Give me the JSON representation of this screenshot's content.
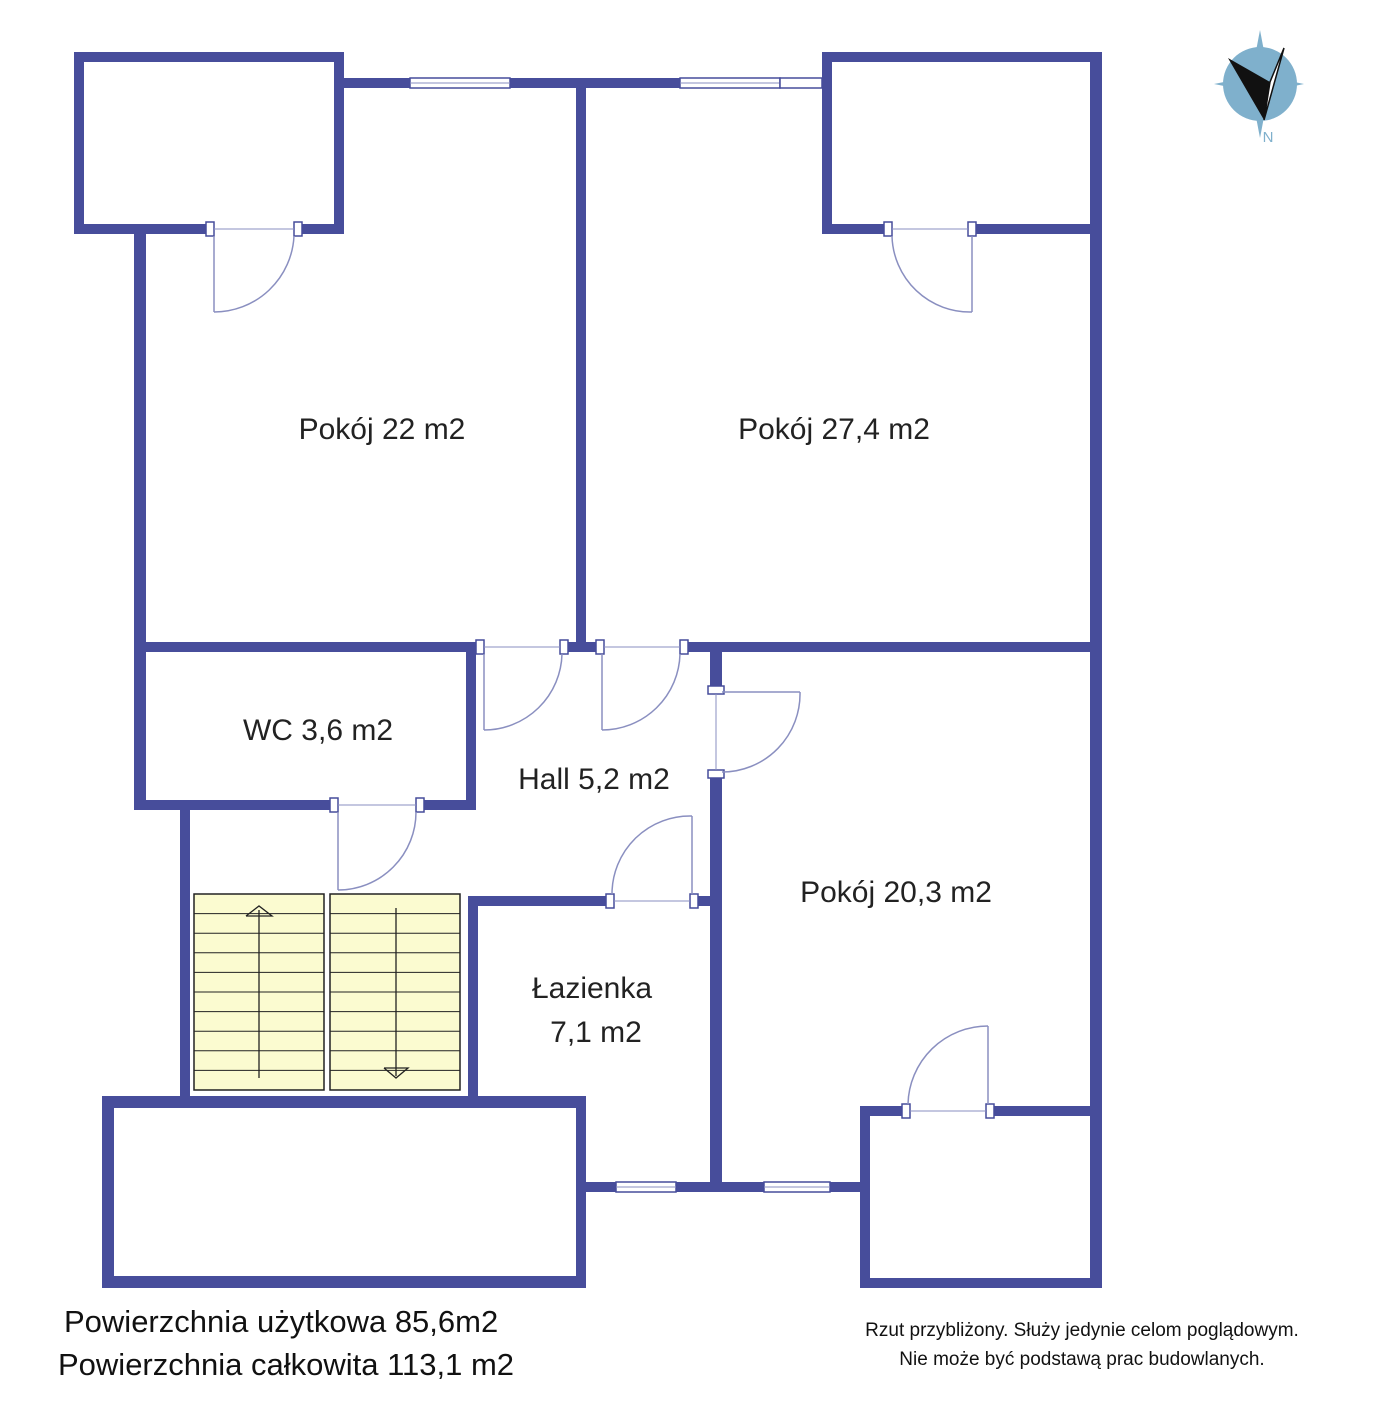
{
  "rooms": {
    "room_1": "Pokój 22 m2",
    "room_2": "Pokój 27,4 m2",
    "room_3": "Pokój 20,3 m2",
    "wc": "WC 3,6 m2",
    "hall": "Hall 5,2 m2",
    "bathroom_line1": "Łazienka",
    "bathroom_line2": "7,1 m2"
  },
  "totals": {
    "usable_area": "Powierzchnia użytkowa 85,6m2",
    "total_area": "Powierzchnia całkowita 113,1 m2"
  },
  "disclaimer": {
    "line1": "Rzut przybliżony. Służy jedynie celom poglądowym.",
    "line2": "Nie może być podstawą prac budowlanych."
  },
  "compass": {
    "letter": "N",
    "color": "#7fb0cc"
  },
  "colors": {
    "wall": "#474d9b",
    "stairs": "#fbfbd0"
  }
}
